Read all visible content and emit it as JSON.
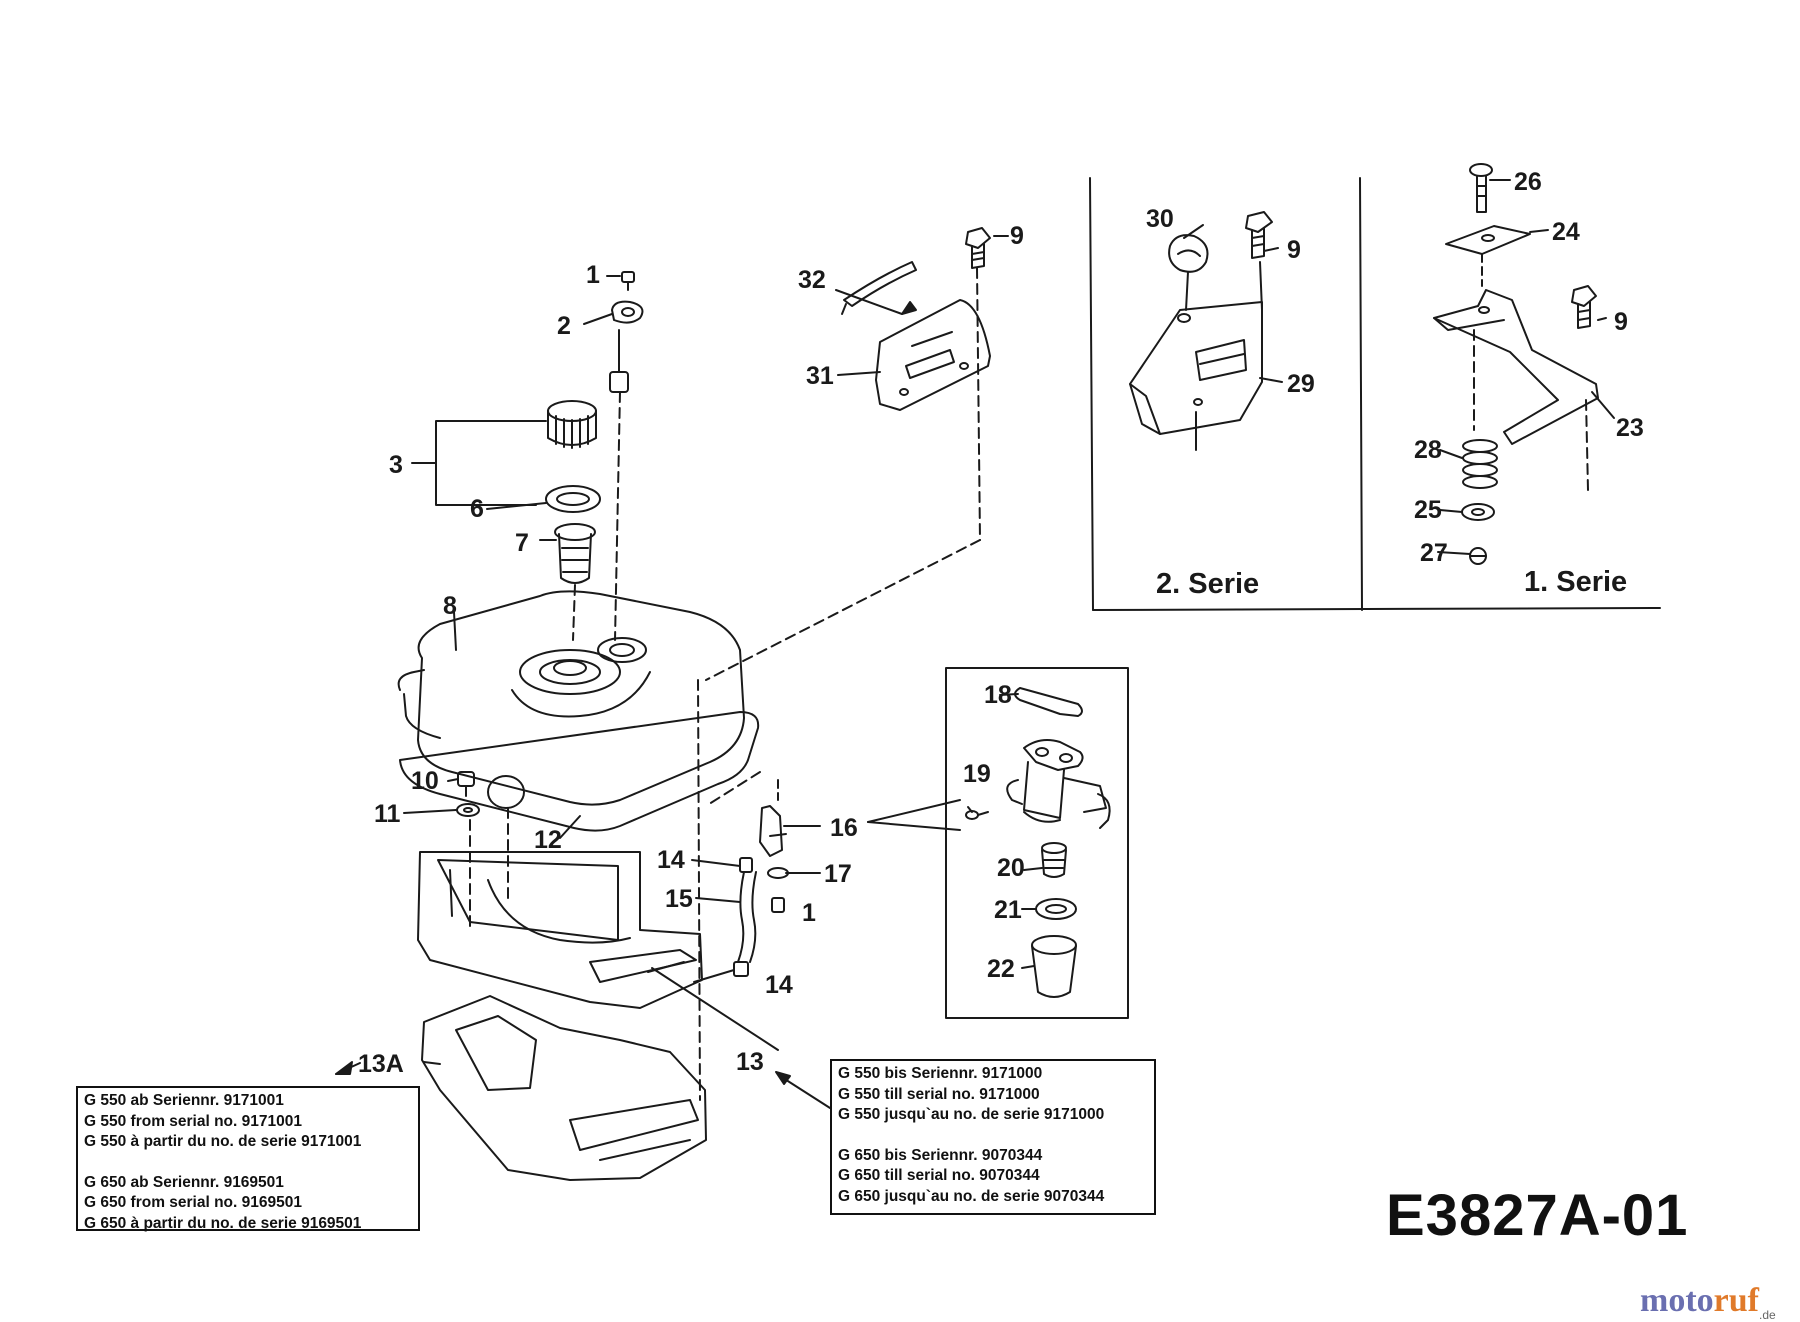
{
  "callouts": {
    "c1_top": "1",
    "c2": "2",
    "c3": "3",
    "c6": "6",
    "c7": "7",
    "c8": "8",
    "c9_main": "9",
    "c10": "10",
    "c11": "11",
    "c12": "12",
    "c13": "13",
    "c13a": "13A",
    "c14_upper": "14",
    "c14_lower": "14",
    "c15": "15",
    "c16": "16",
    "c17": "17",
    "c1_lower": "1",
    "c18": "18",
    "c19": "19",
    "c20": "20",
    "c21": "21",
    "c22": "22",
    "c31": "31",
    "c32": "32",
    "c30": "30",
    "c9_s2": "9",
    "c29": "29",
    "c26": "26",
    "c24": "24",
    "c9_s1": "9",
    "c23": "23",
    "c28": "28",
    "c25": "25",
    "c27": "27"
  },
  "series_labels": {
    "serie_2": "2. Serie",
    "serie_1": "1. Serie"
  },
  "note_left": {
    "line1": "G 550 ab Seriennr. 9171001",
    "line2": "G 550 from serial no. 9171001",
    "line3": "G 550 à partir du no. de serie 9171001",
    "line4": "G 650 ab Seriennr. 9169501",
    "line5": "G 650 from serial no. 9169501",
    "line6": "G 650 à partir du no. de serie 9169501"
  },
  "note_right": {
    "line1": "G 550 bis Seriennr. 9171000",
    "line2": "G 550 till serial no. 9171000",
    "line3": "G 550 jusqu`au no. de serie 9171000",
    "line4": "G 650 bis Seriennr. 9070344",
    "line5": "G 650 till serial no. 9070344",
    "line6": "G 650 jusqu`au no. de serie 9070344"
  },
  "drawing_code": "E3827A-01",
  "watermark": {
    "part1": "moto",
    "part2": "ruf",
    "part3": ".de"
  },
  "colors": {
    "ink": "#1a1a1a",
    "watermark_blue": "#6a6fb0",
    "watermark_orange": "#e07a2a"
  }
}
